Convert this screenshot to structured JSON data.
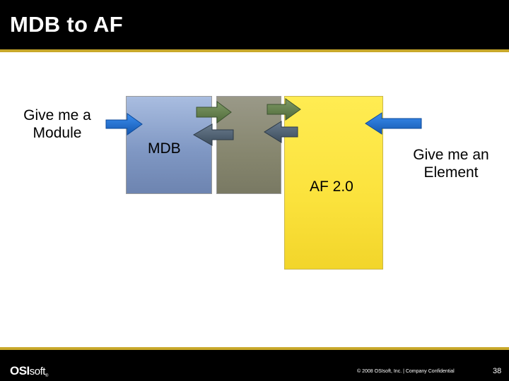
{
  "slide": {
    "title": "MDB to AF",
    "page_number": "38"
  },
  "diagram": {
    "left_label_line1": "Give me a",
    "left_label_line2": "Module",
    "right_label_line1": "Give me an",
    "right_label_line2": "Element",
    "mdb_label": "MDB",
    "af_label": "AF 2.0",
    "colors": {
      "mdb_box": "#8ba0cc",
      "middle_box": "#86866e",
      "af_box": "#fbe23c",
      "blue_arrow": "#1e6fd0",
      "accent_stripe": "#c8a82a"
    }
  },
  "footer": {
    "logo_osi": "OSI",
    "logo_soft": "soft",
    "logo_reg": "®",
    "copyright": "© 2008 OSIsoft, Inc. | Company Confidential"
  }
}
